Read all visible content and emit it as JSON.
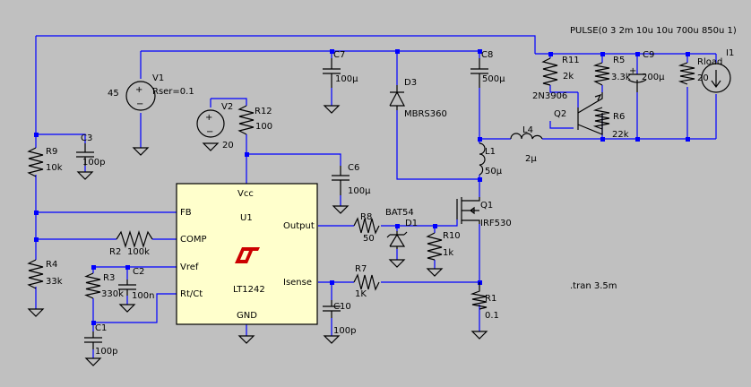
{
  "sim": {
    "pulse": "PULSE(0 3 2m 10u 10u 700u 850u 1)",
    "tran": ".tran 3.5m"
  },
  "ic": {
    "name": "U1",
    "part": "LT1242",
    "pins": {
      "vcc": "Vcc",
      "fb": "FB",
      "comp": "COMP",
      "vref": "Vref",
      "rtct": "Rt/Ct",
      "output": "Output",
      "isense": "Isense",
      "gnd": "GND"
    }
  },
  "components": {
    "V1": {
      "name": "V1",
      "value": "45",
      "extra": "Rser=0.1"
    },
    "V2": {
      "name": "V2",
      "value": "20"
    },
    "R12": {
      "name": "R12",
      "value": "100"
    },
    "R9": {
      "name": "R9",
      "value": "10k"
    },
    "C3": {
      "name": "C3",
      "value": "100p"
    },
    "C6": {
      "name": "C6",
      "value": "100µ"
    },
    "C7": {
      "name": "C7",
      "value": "100µ"
    },
    "D3": {
      "name": "D3",
      "value": "MBRS360"
    },
    "C8": {
      "name": "C8",
      "value": "500µ"
    },
    "R11": {
      "name": "R11",
      "value": "2k"
    },
    "Q2": {
      "name": "Q2",
      "value": "2N3906"
    },
    "R5": {
      "name": "R5",
      "value": "3.3k"
    },
    "C9": {
      "name": "C9",
      "value": "200µ"
    },
    "Rload": {
      "name": "Rload",
      "value": "20"
    },
    "I1": {
      "name": "I1"
    },
    "R6": {
      "name": "R6",
      "value": "22k"
    },
    "L4": {
      "name": "L4",
      "value": "2µ"
    },
    "L1": {
      "name": "L1",
      "value": "50µ"
    },
    "Q1": {
      "name": "Q1",
      "value": "IRF530"
    },
    "R8": {
      "name": "R8",
      "value": "50"
    },
    "D1": {
      "name": "D1",
      "value": "BAT54"
    },
    "R10": {
      "name": "R10",
      "value": "1k"
    },
    "R2": {
      "name": "R2",
      "value": "100k"
    },
    "R4": {
      "name": "R4",
      "value": "33k"
    },
    "R3": {
      "name": "R3",
      "value": "330k"
    },
    "C2": {
      "name": "C2",
      "value": "100n"
    },
    "C1": {
      "name": "C1",
      "value": "100p"
    },
    "R7": {
      "name": "R7",
      "value": "1K"
    },
    "C10": {
      "name": "C10",
      "value": "100p"
    },
    "R1": {
      "name": "R1",
      "value": "0.1"
    }
  },
  "colors": {
    "background": "#c0c0c0",
    "wire": "#0000ff",
    "ic_fill": "#ffffcc",
    "logo": "#cc0000"
  }
}
